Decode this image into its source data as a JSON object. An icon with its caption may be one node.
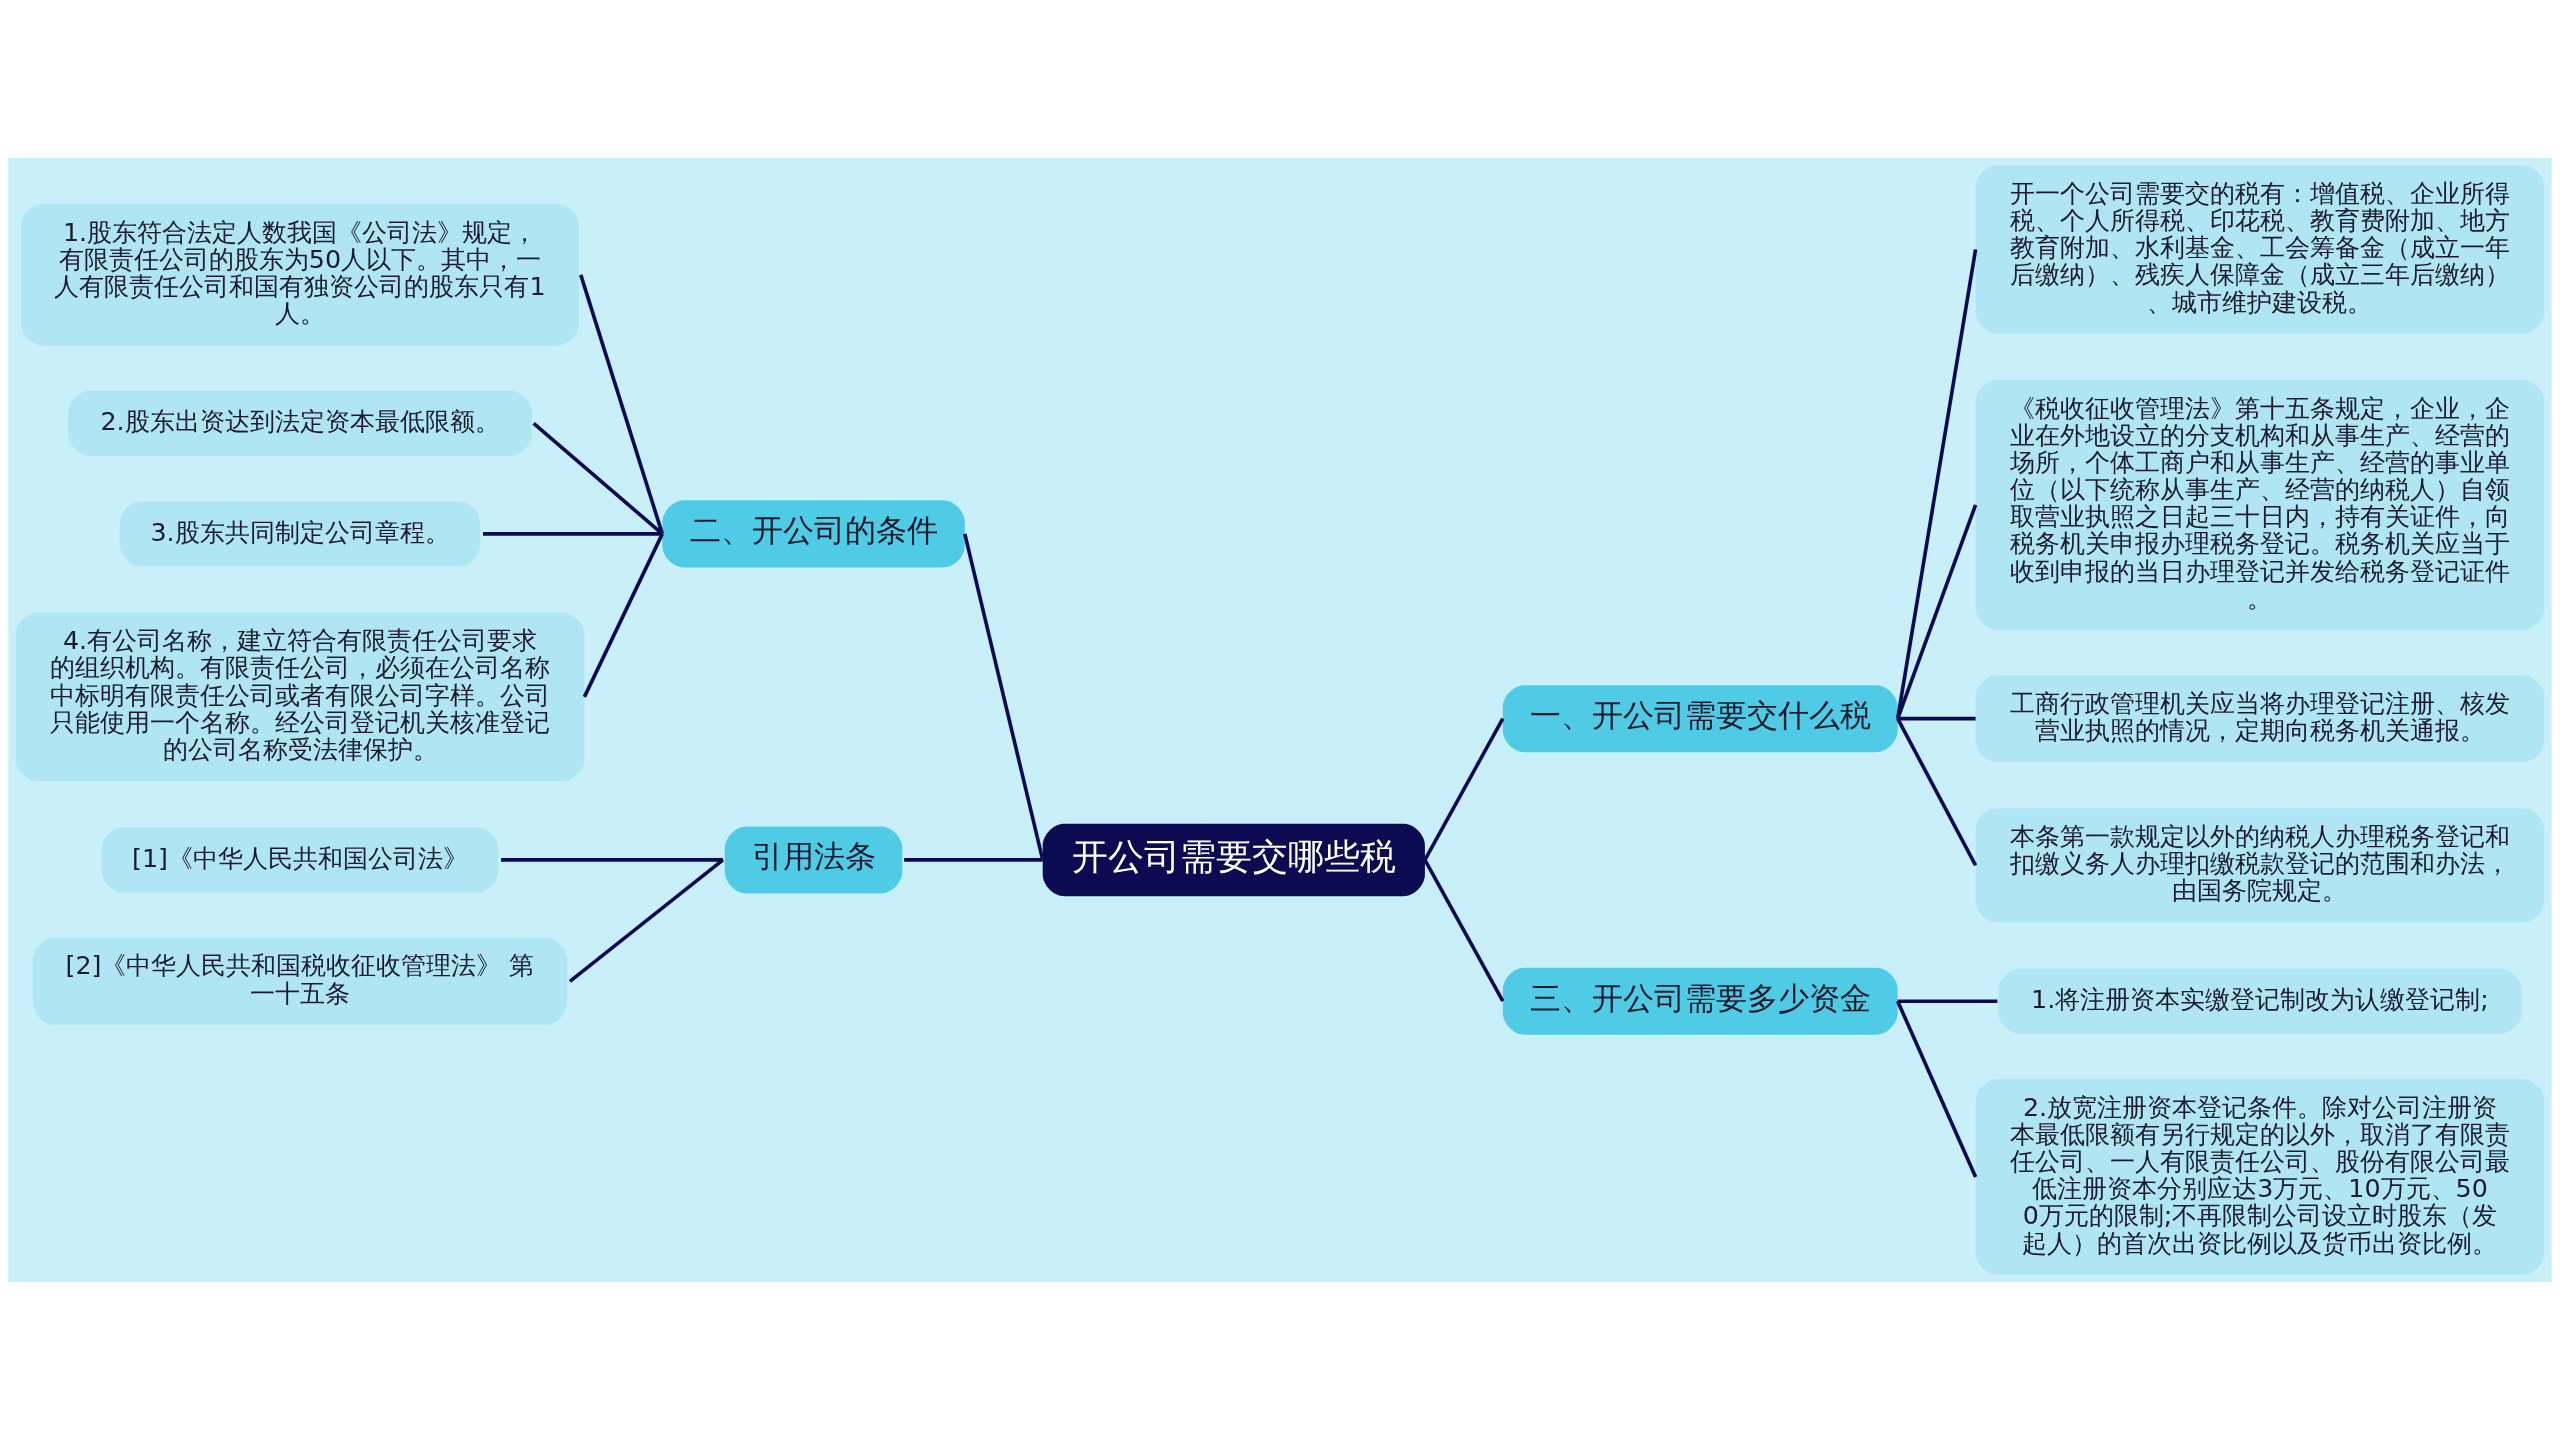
{
  "diagram": {
    "nodes": [
      {
        "text": [
          "开公司需要交哪些税"
        ]
      },
      {
        "text": [
          "一、开公司需要交什么税"
        ]
      },
      {
        "text": [
          "开一个公司需要交的税有：增值税、企业所得税、个人所得税、印花税、教育费附加、地方教育附加、水利基金、工会筹备金（成立一年后缴纳）、残疾人保障金（成立三年后缴纳）、城市维护建设税。"
        ]
      },
      {
        "text": [
          "《税收征收管理法》第十五条规定，企业，企业在外地设立的分支机构和从事生产、经营的场所，个体工商户和从事生产、经营的事业单位（以下统称从事生产、经营的纳税人）自领取营业执照之日起三十日内，持有关证件，向税务机关申报办理税务登记。税务机关应当于收到申报的当日办理登记并发给税务登记证件。"
        ]
      },
      {
        "text": [
          "工商行政管理机关应当将办理登记注册、核发营业执照的情况，定期向税务机关通报。"
        ]
      },
      {
        "text": [
          "本条第一款规定以外的纳税人办理税务登记和扣缴义务人办理扣缴税款登记的范围和办法，由国务院规定。"
        ]
      },
      {
        "text": [
          "三、开公司需要多少资金"
        ]
      },
      {
        "text": [
          "1.将注册资本实缴登记制改为认缴登记制;"
        ]
      },
      {
        "text": [
          "2.放宽注册资本登记条件。除对公司注册资本最低限额有另行规定的以外，取消了有限责任公司、一人有限责任公司、股份有限公司最低注册资本分别应达3万元、10万元、500万元的限制;不再限制公司设立时股东（发起人）的首次出资比例以及货币出资比例。"
        ]
      },
      {
        "text": [
          "二、开公司的条件"
        ]
      },
      {
        "text": [
          "1.股东符合法定人数我国《公司法》规定，有限责任公司的股东为50人以下。其中，一人有限责任公司和国有独资公司的股东只有1人。"
        ]
      },
      {
        "text": [
          "2.股东出资达到法定资本最低限额。"
        ]
      },
      {
        "text": [
          "3.股东共同制定公司章程。"
        ]
      },
      {
        "text": [
          "4.有公司名称，建立符合有限责任公司要求的组织机构。有限责任公司，必须在公司名称中标明有限责任公司或者有限公司字样。公司只能使用一个名称。经公司登记机关核准登记的公司名称受法律保护。"
        ]
      },
      {
        "text": [
          "引用法条"
        ]
      },
      {
        "text": [
          "[1]《中华人民共和国公司法》"
        ]
      },
      {
        "text": [
          "[2]《中华人民共和国税收征收管理法》 第一十五条"
        ]
      }
    ],
    "edges": [
      {
        "from": 0,
        "to": 1,
        "arrow": "none"
      },
      {
        "from": 1,
        "to": 2,
        "arrow": "none"
      },
      {
        "from": 1,
        "to": 3,
        "arrow": "none"
      },
      {
        "from": 1,
        "to": 4,
        "arrow": "none"
      },
      {
        "from": 1,
        "to": 5,
        "arrow": "none"
      },
      {
        "from": 0,
        "to": 6,
        "arrow": "none"
      },
      {
        "from": 6,
        "to": 7,
        "arrow": "none"
      },
      {
        "from": 6,
        "to": 8,
        "arrow": "none"
      },
      {
        "from": 0,
        "to": 9,
        "arrow": "none"
      },
      {
        "from": 9,
        "to": 10,
        "arrow": "none"
      },
      {
        "from": 9,
        "to": 11,
        "arrow": "none"
      },
      {
        "from": 9,
        "to": 12,
        "arrow": "none"
      },
      {
        "from": 9,
        "to": 13,
        "arrow": "none"
      },
      {
        "from": 0,
        "to": 14,
        "arrow": "none"
      },
      {
        "from": 14,
        "to": 15,
        "arrow": "none"
      },
      {
        "from": 14,
        "to": 16,
        "arrow": "none"
      }
    ]
  }
}
